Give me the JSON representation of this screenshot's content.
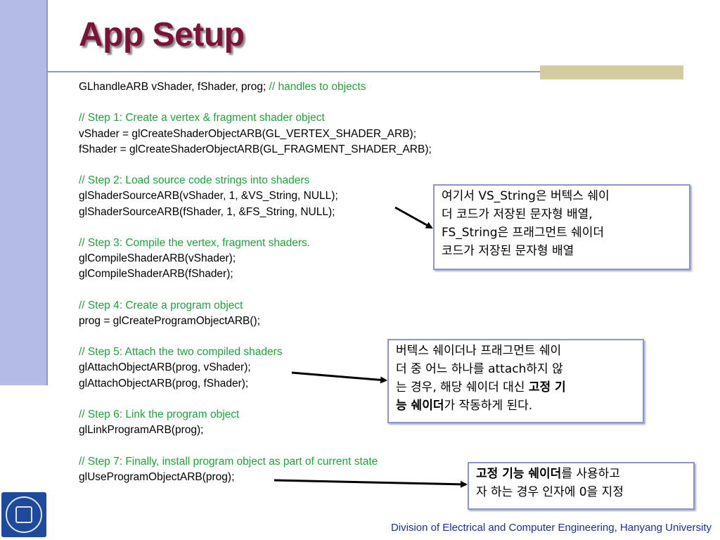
{
  "slide": {
    "title": "App Setup",
    "footer": "Division of Electrical and Computer Engineering, Hanyang University"
  },
  "code_lines": [
    {
      "code": "GLhandleARB vShader, fShader, prog; ",
      "comment": "// handles to objects"
    },
    {
      "code": "",
      "comment": ""
    },
    {
      "code": "",
      "comment": "// Step 1: Create a vertex & fragment shader object"
    },
    {
      "code": "vShader = glCreateShaderObjectARB(GL_VERTEX_SHADER_ARB);",
      "comment": ""
    },
    {
      "code": "fShader = glCreateShaderObjectARB(GL_FRAGMENT_SHADER_ARB);",
      "comment": ""
    },
    {
      "code": "",
      "comment": ""
    },
    {
      "code": "",
      "comment": "// Step 2: Load source code strings into shaders"
    },
    {
      "code": "glShaderSourceARB(vShader, 1, &VS_String, NULL);",
      "comment": ""
    },
    {
      "code": "glShaderSourceARB(fShader, 1, &FS_String, NULL);",
      "comment": ""
    },
    {
      "code": "",
      "comment": ""
    },
    {
      "code": "",
      "comment": "// Step 3: Compile the vertex, fragment shaders."
    },
    {
      "code": "glCompileShaderARB(vShader);",
      "comment": ""
    },
    {
      "code": "glCompileShaderARB(fShader);",
      "comment": ""
    },
    {
      "code": "",
      "comment": ""
    },
    {
      "code": "",
      "comment": "// Step 4: Create a program object"
    },
    {
      "code": "prog = glCreateProgramObjectARB();",
      "comment": ""
    },
    {
      "code": "",
      "comment": ""
    },
    {
      "code": "",
      "comment": "// Step 5: Attach the two compiled shaders"
    },
    {
      "code": "glAttachObjectARB(prog, vShader);",
      "comment": ""
    },
    {
      "code": "glAttachObjectARB(prog, fShader);",
      "comment": ""
    },
    {
      "code": "",
      "comment": ""
    },
    {
      "code": "",
      "comment": "// Step 6: Link the program object"
    },
    {
      "code": "glLinkProgramARB(prog);",
      "comment": ""
    },
    {
      "code": "",
      "comment": ""
    },
    {
      "code": "",
      "comment": "// Step 7: Finally, install program object as part of current state"
    },
    {
      "code": "glUseProgramObjectARB(prog);",
      "comment": ""
    }
  ],
  "notes": {
    "note1": {
      "line1": "여기서 VS_String은 버텍스 쉐이",
      "line2": "더 코드가 저장된 문자형 배열,",
      "line3": "FS_String은 프래그먼트 쉐이더",
      "line4": "코드가 저장된 문자형 배열"
    },
    "note2": {
      "line1": "버텍스 쉐이더나 프래그먼트 쉐이",
      "line2": "더 중 어느 하나를 attach하지 않",
      "line3_pre": "는 경우, 해당 쉐이더 대신 ",
      "line3_bold": "고정 기",
      "line4_bold": "능 쉐이더",
      "line4_post": "가 작동하게 된다."
    },
    "note3": {
      "line1_bold": "고정 기능 쉐이더",
      "line1_post": "를 사용하고",
      "line2": "자 하는 경우 인자에 0을 지정"
    }
  },
  "colors": {
    "title": "#7b1238",
    "comment": "#1ea43a",
    "footer": "#1a2f9a",
    "accent_bar": "#b4bbe4",
    "accent_gold": "#d3cc9e"
  }
}
